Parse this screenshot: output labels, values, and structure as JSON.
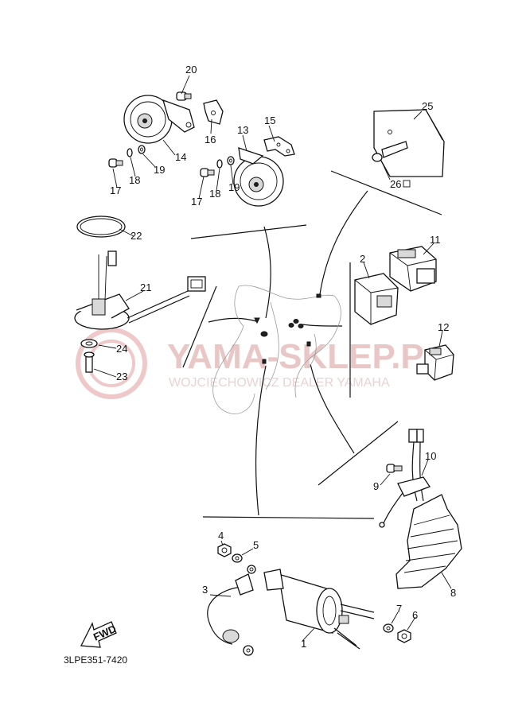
{
  "watermark": {
    "title": "YAMA-SKLEP.P",
    "subtitle": "WOJCIECHOWICZ  DEALER YAMAHA"
  },
  "callouts": {
    "p1": "1",
    "p2": "2",
    "p3": "3",
    "p4": "4",
    "p5": "5",
    "p6": "6",
    "p7": "7",
    "p8": "8",
    "p9": "9",
    "p10": "10",
    "p11": "11",
    "p12": "12",
    "p13": "13",
    "p14": "14",
    "p15": "15",
    "p16": "16",
    "p17a": "17",
    "p17b": "17",
    "p18a": "18",
    "p18b": "18",
    "p19a": "19",
    "p19b": "19",
    "p20": "20",
    "p21": "21",
    "p22": "22",
    "p23": "23",
    "p24": "24",
    "p25": "25",
    "p26": "26"
  },
  "fwd_label": "FWD",
  "diagram_code": "3LPE351-7420"
}
